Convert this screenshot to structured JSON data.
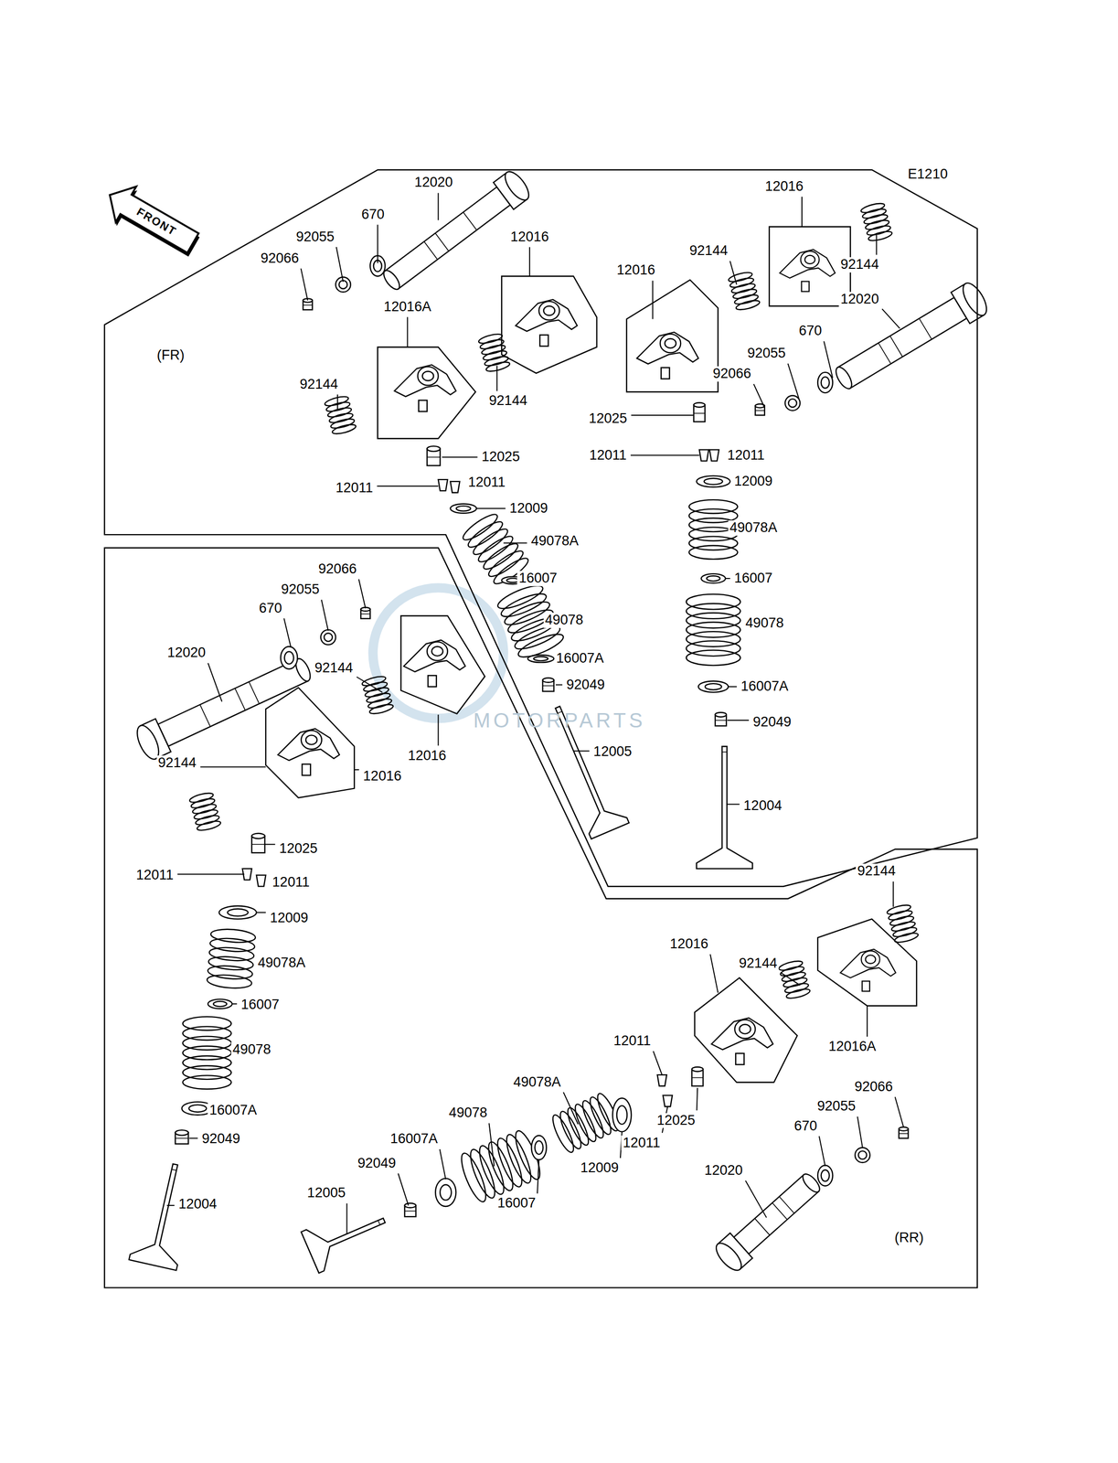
{
  "diagram": {
    "nodes": [
      {
        "text": [
          "(FR)"
        ]
      },
      {
        "text": [
          "(RR)"
        ]
      }
    ],
    "labels": [
      "E1210",
      "FRONT",
      "12020",
      "670",
      "92055",
      "92066",
      "12016",
      "12016A",
      "92144",
      "92144",
      "12025",
      "12011",
      "12011",
      "12009",
      "49078A",
      "16007",
      "49078",
      "16007A",
      "92049",
      "12005",
      "12016",
      "92144",
      "92144",
      "12016",
      "12020",
      "670",
      "92055",
      "92066",
      "12025",
      "12011",
      "12011",
      "12009",
      "49078A",
      "16007",
      "49078",
      "16007A",
      "92049",
      "12004",
      "92066",
      "92055",
      "670",
      "12020",
      "92144",
      "12016",
      "92144",
      "12016",
      "12025",
      "12011",
      "12011",
      "12009",
      "49078A",
      "16007",
      "49078",
      "16007A",
      "92049",
      "12004",
      "92144",
      "12016",
      "92144",
      "12016A",
      "12011",
      "49078A",
      "49078",
      "16007A",
      "92066",
      "92055",
      "670",
      "92049",
      "12009",
      "12025",
      "12011",
      "12020",
      "12005",
      "16007",
      "MOTORPARTS"
    ]
  }
}
